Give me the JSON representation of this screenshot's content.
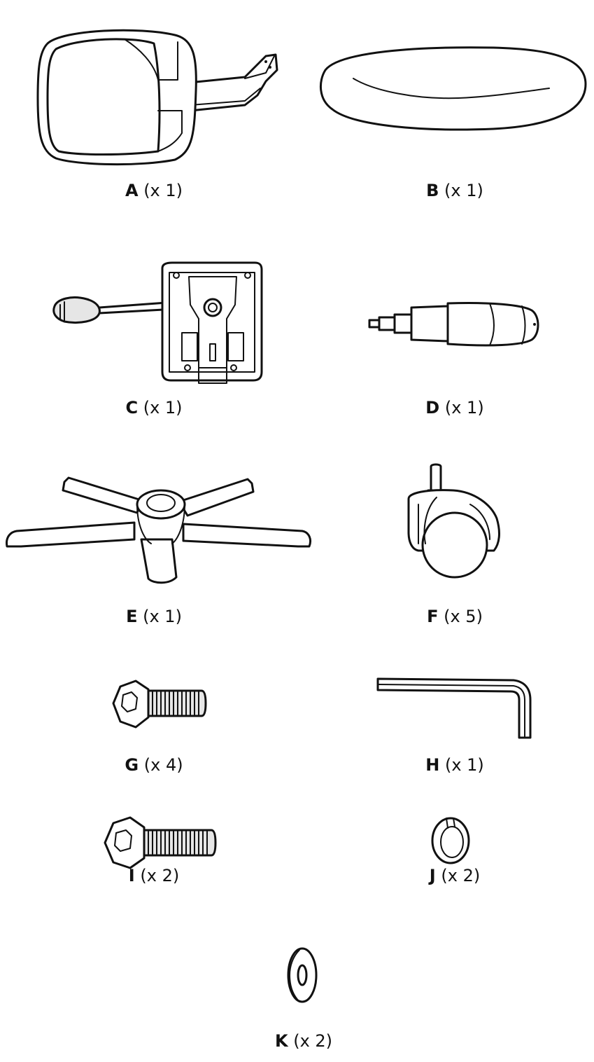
{
  "parts": [
    {
      "letter": "A",
      "qty": "(x 1)",
      "icon": "chair-backrest-icon"
    },
    {
      "letter": "B",
      "qty": "(x 1)",
      "icon": "seat-cushion-icon"
    },
    {
      "letter": "C",
      "qty": "(x 1)",
      "icon": "tilt-mechanism-icon"
    },
    {
      "letter": "D",
      "qty": "(x 1)",
      "icon": "gas-cylinder-icon"
    },
    {
      "letter": "E",
      "qty": "(x 1)",
      "icon": "star-base-icon"
    },
    {
      "letter": "F",
      "qty": "(x 5)",
      "icon": "caster-wheel-icon"
    },
    {
      "letter": "G",
      "qty": "(x 4)",
      "icon": "short-bolt-icon"
    },
    {
      "letter": "H",
      "qty": "(x 1)",
      "icon": "allen-key-icon"
    },
    {
      "letter": "I",
      "qty": "(x 2)",
      "icon": "long-bolt-icon"
    },
    {
      "letter": "J",
      "qty": "(x 2)",
      "icon": "split-ring-icon"
    },
    {
      "letter": "K",
      "qty": "(x 2)",
      "icon": "washer-icon"
    }
  ]
}
